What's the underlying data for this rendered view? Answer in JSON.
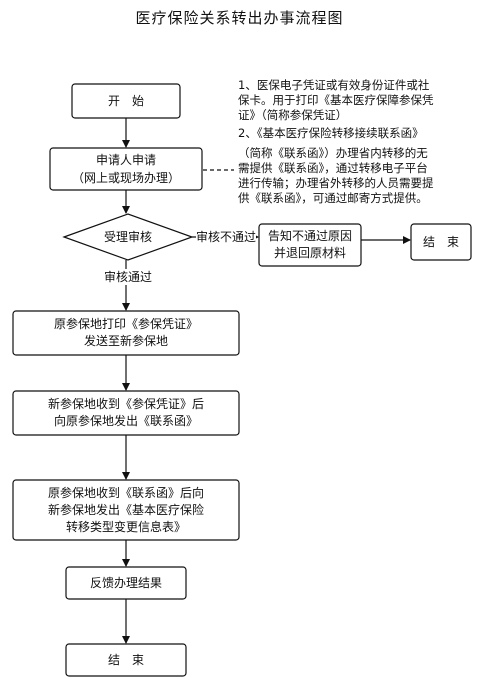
{
  "title": "医疗保险关系转出办事流程图",
  "colors": {
    "stroke": "#111111",
    "text": "#111111",
    "background": "#ffffff"
  },
  "nodes": {
    "start": "开　始",
    "apply_line1": "申请人申请",
    "apply_line2": "（网上或现场办理）",
    "review": "受理审核",
    "reject_line1": "告知不通过原因",
    "reject_line2": "并退回原材料",
    "end_right": "结　束",
    "print_line1": "原参保地打印《参保凭证》",
    "print_line2": "发送至新参保地",
    "receive1_line1": "新参保地收到《参保凭证》后",
    "receive1_line2": "向原参保地发出《联系函》",
    "receive2_line1": "原参保地收到《联系函》后向",
    "receive2_line2": "新参保地发出《基本医疗保险",
    "receive2_line3": "转移类型变更信息表》",
    "feedback": "反馈办理结果",
    "end_bottom": "结　束"
  },
  "edge_labels": {
    "not_passed": "审核不通过",
    "passed": "审核通过"
  },
  "notes": [
    "1、医保电子凭证或有效身份证件或社",
    "保卡。用于打印《基本医疗保障参保凭",
    "证》（简称参保凭证）",
    "2、《基本医疗保险转移接续联系函》",
    "（简称《联系函》）办理省内转移的无",
    "需提供《联系函》，通过转移电子平台",
    "进行传输；办理省外转移的人员需要提",
    "供《联系函》，可通过邮寄方式提供。"
  ]
}
